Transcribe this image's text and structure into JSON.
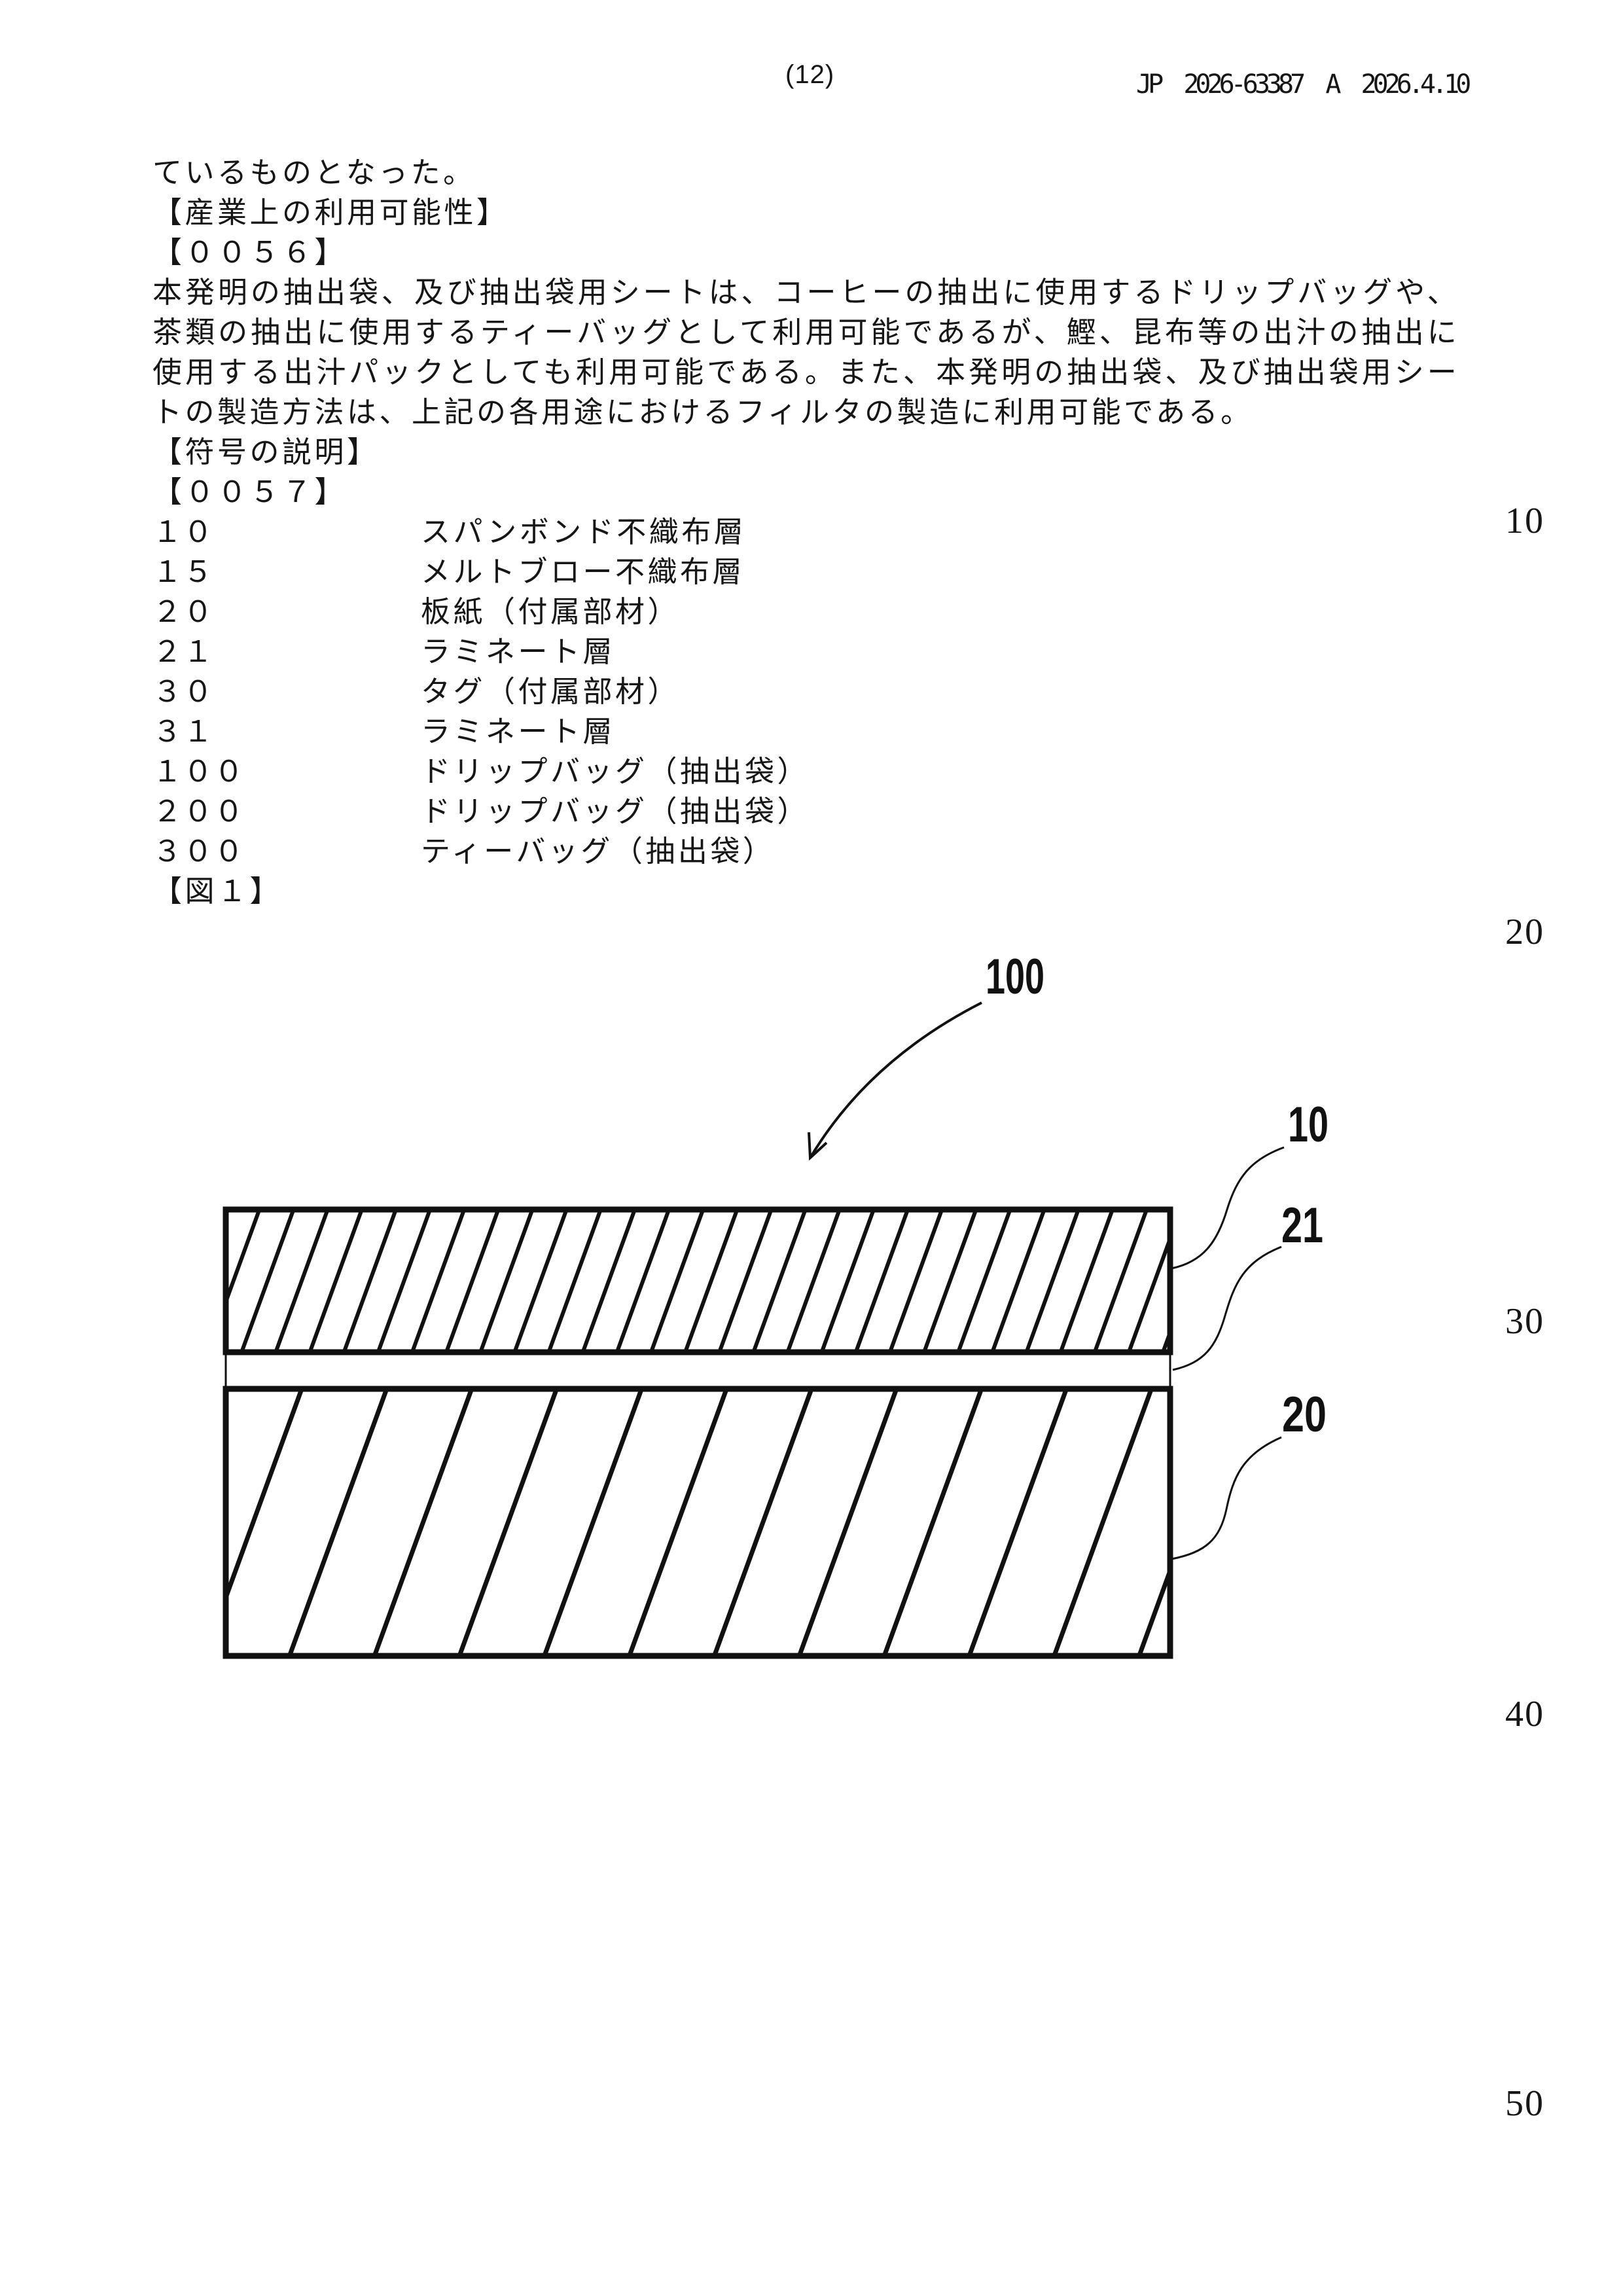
{
  "page": {
    "header": {
      "page_number": "(12)",
      "publication": "JP  2026-63387  A  2026.4.10"
    },
    "margin_line_numbers": [
      "10",
      "20",
      "30",
      "40",
      "50"
    ]
  },
  "document": {
    "lines": [
      "ているものとなった。",
      "【産業上の利用可能性】",
      "【００５６】",
      "本発明の抽出袋、及び抽出袋用シートは、コーヒーの抽出に使用するドリップバッグや、",
      "茶類の抽出に使用するティーバッグとして利用可能であるが、鰹、昆布等の出汁の抽出に",
      "使用する出汁パックとしても利用可能である。また、本発明の抽出袋、及び抽出袋用シー",
      "トの製造方法は、上記の各用途におけるフィルタの製造に利用可能である。",
      "【符号の説明】",
      "【００５７】"
    ],
    "references": [
      {
        "num": "１０",
        "label": "スパンボンド不織布層"
      },
      {
        "num": "１５",
        "label": "メルトブロー不織布層"
      },
      {
        "num": "２０",
        "label": "板紙（付属部材）"
      },
      {
        "num": "２１",
        "label": "ラミネート層"
      },
      {
        "num": "３０",
        "label": "タグ（付属部材）"
      },
      {
        "num": "３１",
        "label": "ラミネート層"
      },
      {
        "num": "１００",
        "label": "ドリップバッグ（抽出袋）"
      },
      {
        "num": "２００",
        "label": "ドリップバッグ（抽出袋）"
      },
      {
        "num": "３００",
        "label": "ティーバッグ（抽出袋）"
      }
    ],
    "figure_caption": "【図１】"
  },
  "figure": {
    "labels": {
      "assembly": "100",
      "layer10": "10",
      "laminate21": "21",
      "board20": "20"
    },
    "ink_color": "#111111"
  }
}
